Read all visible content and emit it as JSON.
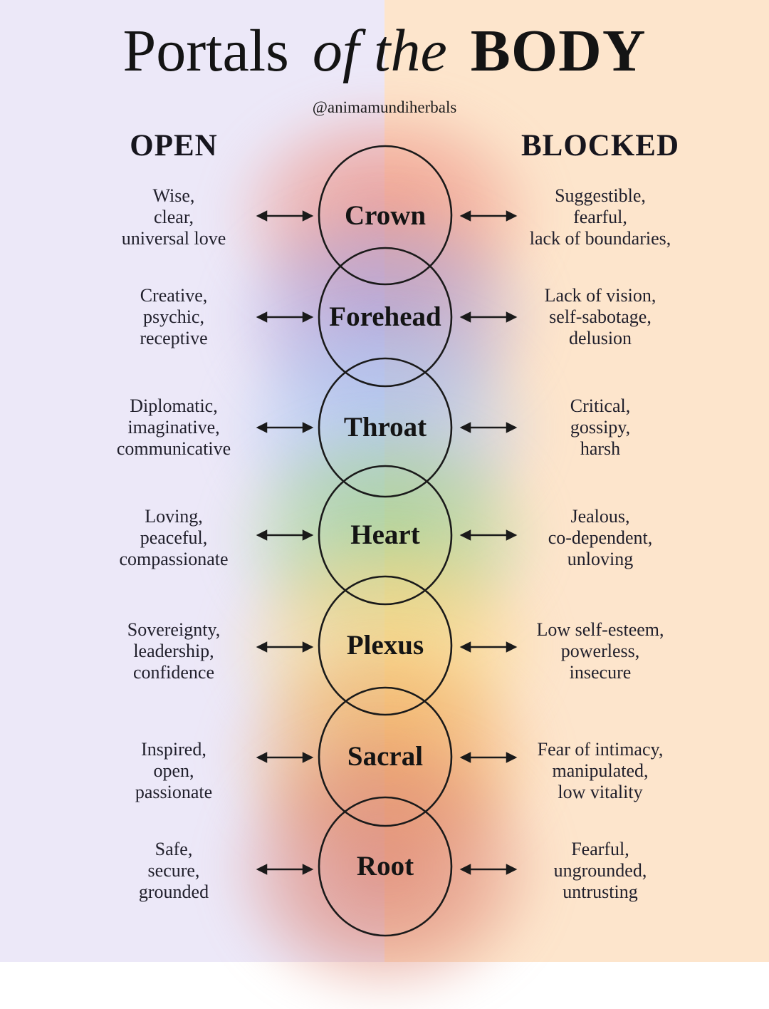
{
  "page": {
    "title_parts": [
      "Portals",
      "of the",
      "BODY"
    ],
    "handle": "@animamundiherbals",
    "left_header": "OPEN",
    "right_header": "BLOCKED"
  },
  "colors": {
    "bg_left": "#ece8f8",
    "bg_right": "#fde5cc",
    "stroke": "#1a1a1a",
    "text": "#1e1d29"
  },
  "rows": [
    {
      "name": "Crown",
      "glow": "#ec9184",
      "open": "Wise,\nclear,\nuniversal love",
      "blocked": "Suggestible,\nfearful,\nlack of boundaries,"
    },
    {
      "name": "Forehead",
      "glow": "#ab9ed6",
      "open": "Creative,\npsychic,\nreceptive",
      "blocked": "Lack of vision,\nself-sabotage,\ndelusion"
    },
    {
      "name": "Throat",
      "glow": "#a9c4ee",
      "open": "Diplomatic,\nimaginative,\ncommunicative",
      "blocked": "Critical,\ngossipy,\nharsh"
    },
    {
      "name": "Heart",
      "glow": "#a3d18c",
      "open": "Loving,\npeaceful,\ncompassionate",
      "blocked": "Jealous,\nco-dependent,\nunloving"
    },
    {
      "name": "Plexus",
      "glow": "#f6d47d",
      "open": "Sovereignty,\nleadership,\nconfidence",
      "blocked": "Low self-esteem,\npowerless,\ninsecure"
    },
    {
      "name": "Sacral",
      "glow": "#efa75d",
      "open": "Inspired,\nopen,\npassionate",
      "blocked": "Fear of intimacy,\nmanipulated,\nlow vitality"
    },
    {
      "name": "Root",
      "glow": "#dc8270",
      "open": "Safe,\nsecure,\ngrounded",
      "blocked": "Fearful,\nungrounded,\nuntrusting"
    }
  ]
}
